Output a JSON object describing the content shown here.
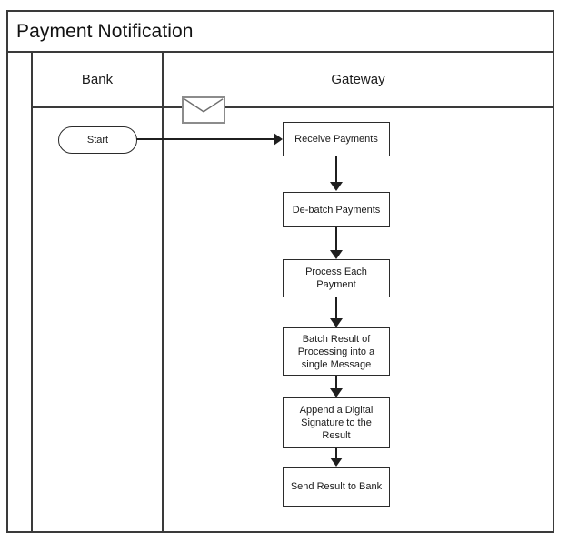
{
  "diagram": {
    "title": "Payment Notification",
    "type": "bpmn-swimlane-flowchart"
  },
  "lanes": [
    {
      "id": "bank",
      "label": "Bank"
    },
    {
      "id": "gateway",
      "label": "Gateway"
    }
  ],
  "icons": {
    "message_envelope": "envelope-icon"
  },
  "nodes": {
    "start": {
      "label": "Start",
      "shape": "rounded-pill",
      "lane": "bank"
    },
    "receive_payments": {
      "label": "Receive Payments",
      "shape": "rectangle",
      "lane": "gateway"
    },
    "debatch_payments": {
      "label": "De-batch Payments",
      "shape": "rectangle",
      "lane": "gateway"
    },
    "process_each_payment": {
      "label": "Process Each Payment",
      "shape": "rectangle",
      "lane": "gateway"
    },
    "batch_result": {
      "label": "Batch Result of Processing into a single Message",
      "shape": "rectangle",
      "lane": "gateway"
    },
    "append_signature": {
      "label": "Append a Digital Signature to the Result",
      "shape": "rectangle",
      "lane": "gateway"
    },
    "send_result": {
      "label": "Send Result to Bank",
      "shape": "rectangle",
      "lane": "gateway"
    }
  },
  "colors": {
    "frame": "#3a3a3a",
    "node_border": "#2b2b2b",
    "connector": "#1f1f1f",
    "envelope_border": "#8c8c8c",
    "text": "#1a1a1a",
    "background": "#ffffff"
  }
}
